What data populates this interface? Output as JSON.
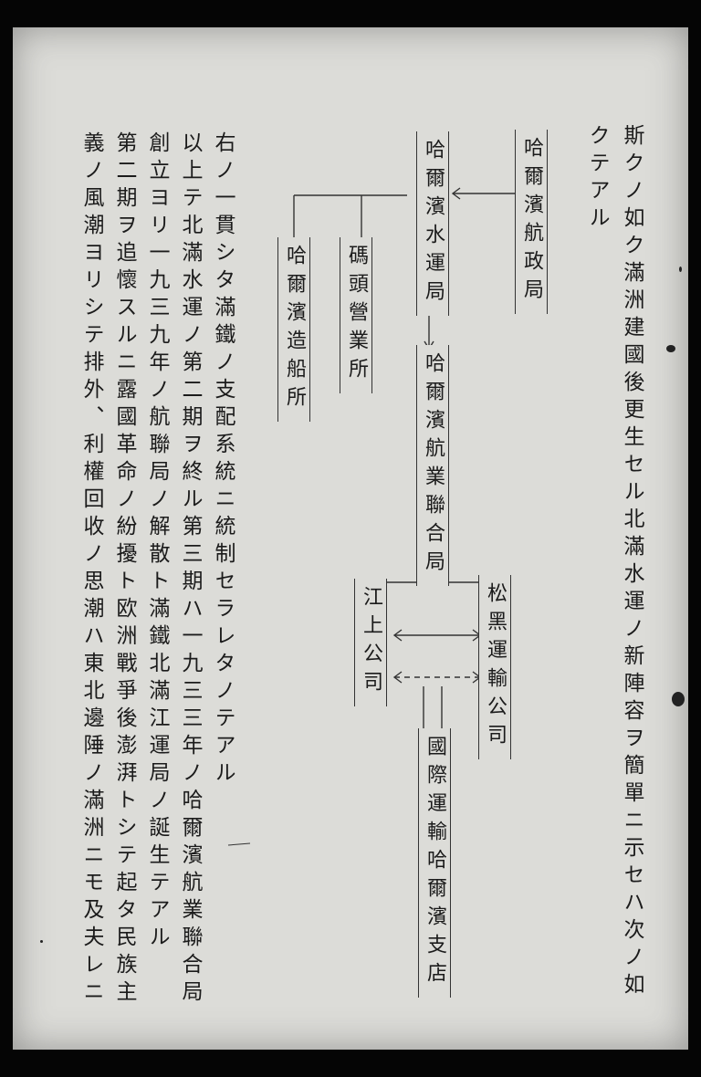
{
  "intro_lines": [
    "斯クノ如ク滿洲建國後更生セル北滿水運ノ新陣容ヲ簡單ニ示セハ次ノ如",
    "クテアル"
  ],
  "chart": {
    "nodes": {
      "harbin_shipping_admin": "哈爾濱航政局",
      "harbin_water_transport": "哈爾濱水運局",
      "pier_office": "碼頭營業所",
      "harbin_shipyard": "哈爾濱造船所",
      "harbin_shipping_union": "哈爾濱航業聯合局",
      "songhei_transport": "松黑運輸公司",
      "jiangshang_company": "江上公司",
      "intl_transport_harbin": "國際運輸哈爾濱支店"
    }
  },
  "body_lines": [
    "右ノ一貫シタ滿鐵ノ支配系統ニ統制セラレタノテアル",
    "以上テ北滿水運ノ第二期ヲ終ル第三期ハ一九三三年ノ哈爾濱航業聯合局",
    "創立ヨリ一九三九年ノ航聯局ノ解散ト滿鐵北滿江運局ノ誕生テアル",
    "第二期ヲ追懷スルニ露國革命ノ紛擾ト欧洲戰爭後澎湃トシテ起タ民族主",
    "義ノ風潮ヨリシテ排外、利權回收ノ思潮ハ東北邊陲ノ滿洲ニモ及夫レニ"
  ]
}
